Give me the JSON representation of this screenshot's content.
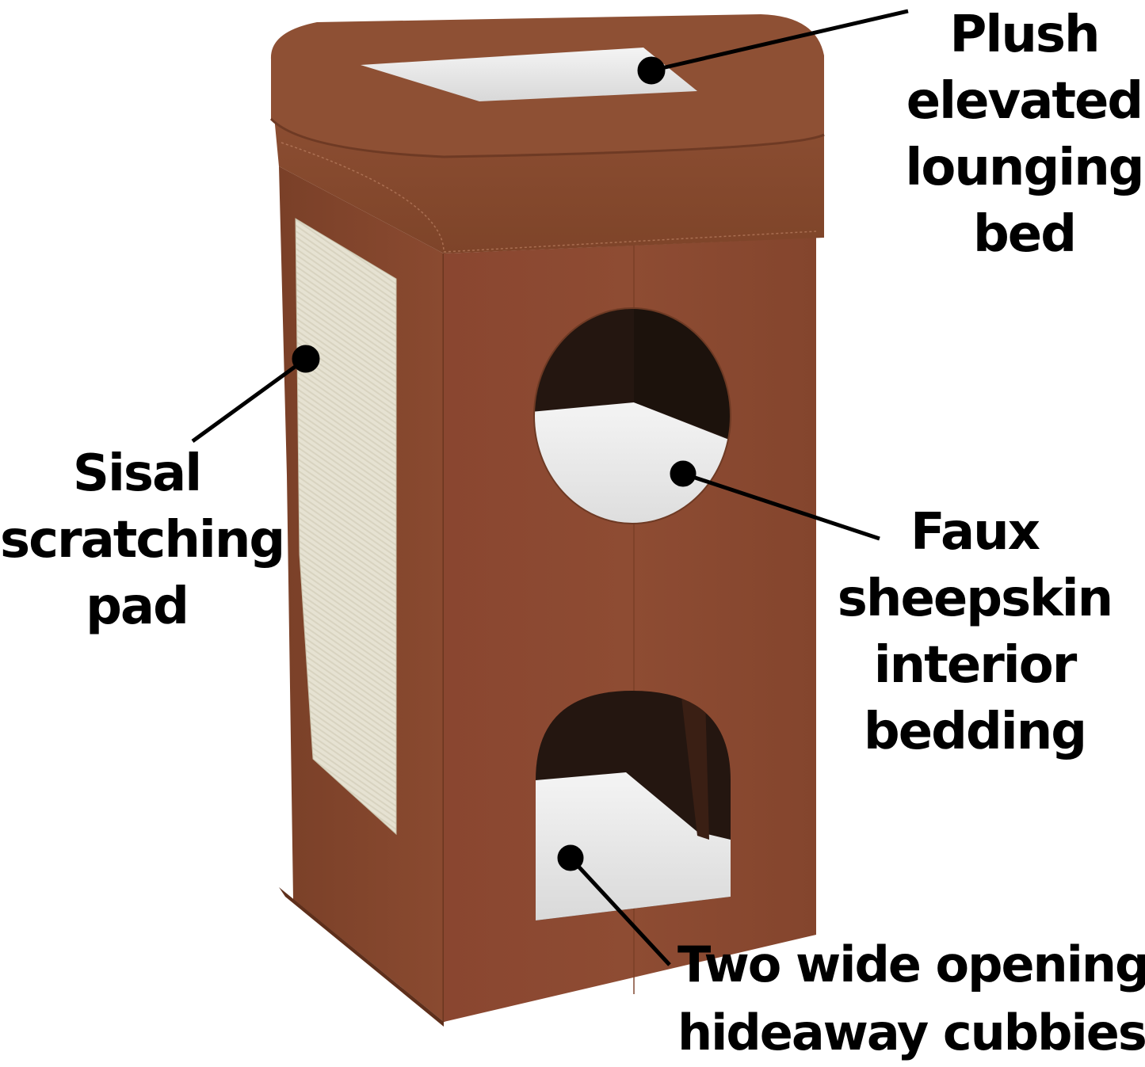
{
  "image": {
    "subject": "brown collapsible cat tower with sisal scratching pad, top lounging bed and two cubbies",
    "colors": {
      "background": "#ffffff",
      "fabric_brown": "#8a4a30",
      "fabric_brown_dark": "#6e3a24",
      "fabric_brown_light": "#9a5a3c",
      "sisal": "#e6e2d2",
      "sheepskin": "#e8e8e8",
      "cubby_shadow": "#2a1a12",
      "callout": "#000000"
    }
  },
  "callouts": [
    {
      "id": "bed",
      "lines": [
        "Plush",
        "elevated",
        "lounging",
        "bed"
      ],
      "dot": [
        822,
        89
      ],
      "line_to": [
        1146,
        14
      ]
    },
    {
      "id": "sisal",
      "lines": [
        "Sisal",
        "scratching",
        "pad"
      ],
      "dot": [
        386,
        453
      ],
      "line_to": [
        243,
        557
      ]
    },
    {
      "id": "faux",
      "lines": [
        "Faux",
        "sheepskin",
        "interior",
        "bedding"
      ],
      "dot": [
        862,
        598
      ],
      "line_to": [
        1110,
        680
      ]
    },
    {
      "id": "cubbies",
      "lines": [
        "Two wide opening",
        "hideaway cubbies"
      ],
      "dot": [
        720,
        1083
      ],
      "line_to": [
        845,
        1218
      ]
    }
  ]
}
